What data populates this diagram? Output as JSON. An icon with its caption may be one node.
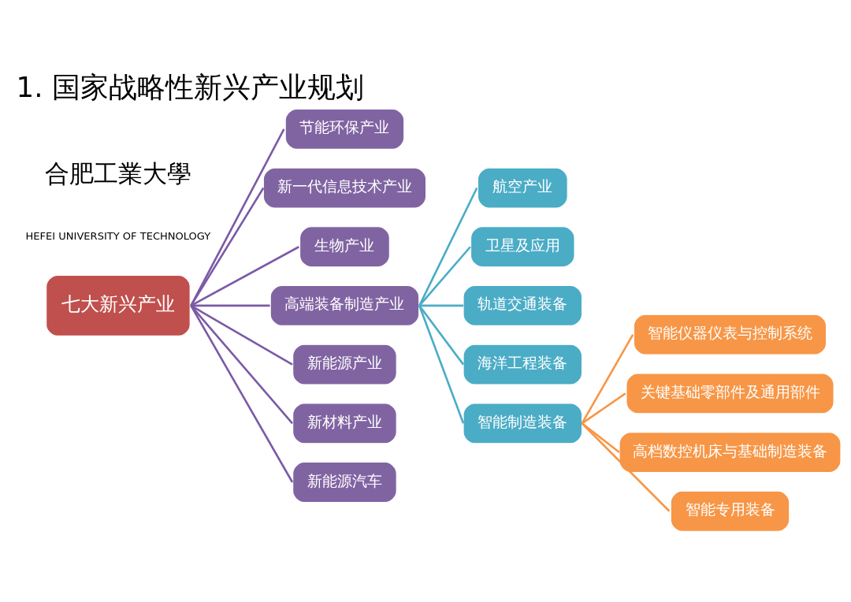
{
  "diagram": {
    "title": "1. 国家战略性新兴产业规划",
    "nodes": [
      {
        "text": [
          "七大新兴产业"
        ]
      },
      {
        "text": [
          "节能环保产业"
        ]
      },
      {
        "text": [
          "新一代信息技术产业"
        ]
      },
      {
        "text": [
          "生物产业"
        ]
      },
      {
        "text": [
          "高端装备制造产业"
        ]
      },
      {
        "text": [
          "新能源产业"
        ]
      },
      {
        "text": [
          "新材料产业"
        ]
      },
      {
        "text": [
          "新能源汽车"
        ]
      },
      {
        "text": [
          "航空产业"
        ]
      },
      {
        "text": [
          "卫星及应用"
        ]
      },
      {
        "text": [
          "轨道交通装备"
        ]
      },
      {
        "text": [
          "海洋工程装备"
        ]
      },
      {
        "text": [
          "智能制造装备"
        ]
      },
      {
        "text": [
          "智能仪器仪表与控制系统"
        ]
      },
      {
        "text": [
          "关键基础零部件及通用部件"
        ]
      },
      {
        "text": [
          "高档数控机床与基础制造装备"
        ]
      },
      {
        "text": [
          "智能专用装备"
        ]
      }
    ],
    "edges": [
      {
        "from": 0,
        "to": 1,
        "arrow": "none"
      },
      {
        "from": 0,
        "to": 2,
        "arrow": "none"
      },
      {
        "from": 0,
        "to": 3,
        "arrow": "none"
      },
      {
        "from": 0,
        "to": 4,
        "arrow": "none"
      },
      {
        "from": 0,
        "to": 5,
        "arrow": "none"
      },
      {
        "from": 0,
        "to": 6,
        "arrow": "none"
      },
      {
        "from": 0,
        "to": 7,
        "arrow": "none"
      },
      {
        "from": 4,
        "to": 8,
        "arrow": "none",
        "color": "#4bacc6"
      },
      {
        "from": 4,
        "to": 9,
        "arrow": "none",
        "color": "#4bacc6"
      },
      {
        "from": 4,
        "to": 10,
        "arrow": "none",
        "color": "#4bacc6"
      },
      {
        "from": 4,
        "to": 11,
        "arrow": "none",
        "color": "#4bacc6"
      },
      {
        "from": 4,
        "to": 12,
        "arrow": "none",
        "color": "#4bacc6"
      },
      {
        "from": 12,
        "to": 13,
        "arrow": "none",
        "color": "#f79646"
      },
      {
        "from": 12,
        "to": 14,
        "arrow": "none",
        "color": "#f79646"
      },
      {
        "from": 12,
        "to": 15,
        "arrow": "none",
        "color": "#f79646"
      },
      {
        "from": 12,
        "to": 16,
        "arrow": "none",
        "color": "#f79646"
      }
    ],
    "labels": [
      "合肥工業大學",
      "HEFEI UNIVERSITY OF TECHNOLOGY"
    ]
  }
}
